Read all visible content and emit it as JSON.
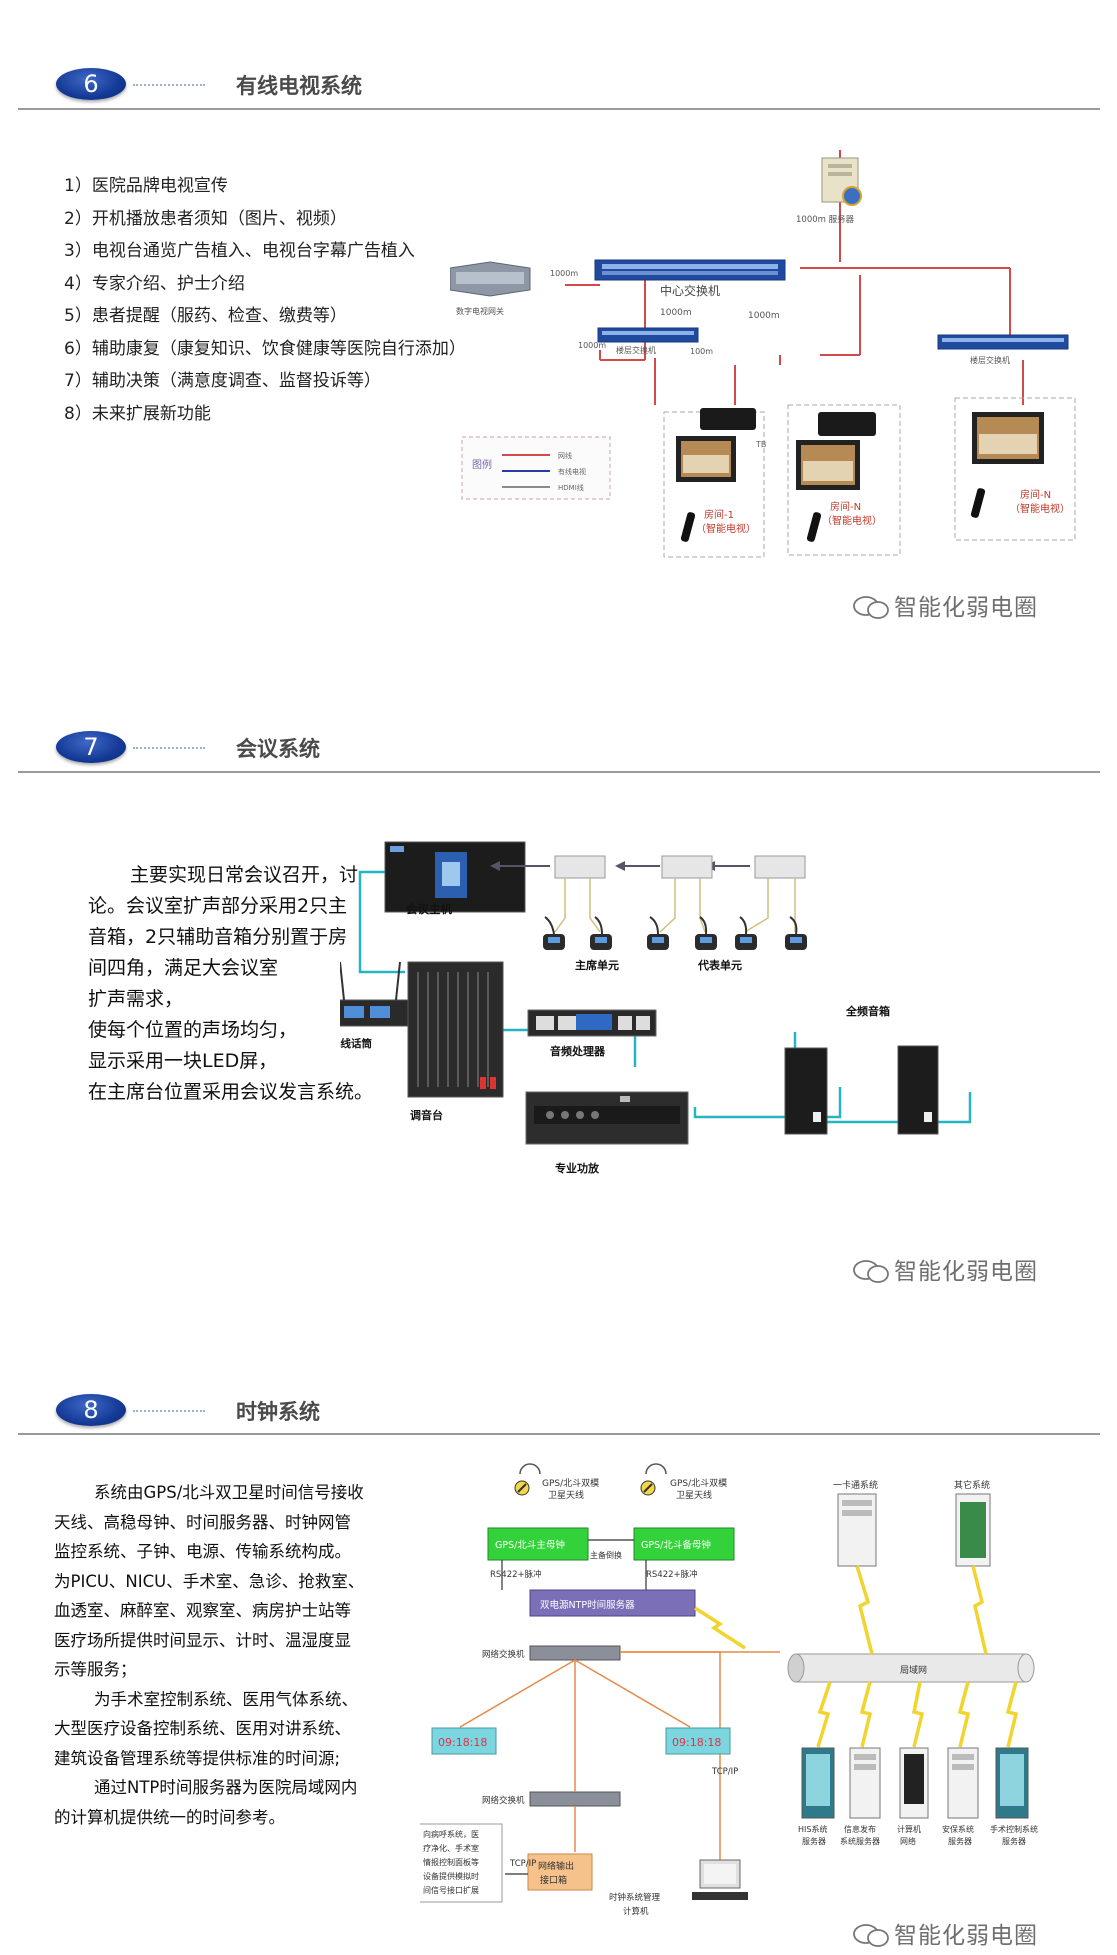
{
  "section6": {
    "number": "6",
    "title": "有线电视系统",
    "items": [
      "1）医院品牌电视宣传",
      "2）开机播放患者须知（图片、视频）",
      "3）电视台通览广告植入、电视台字幕广告植入",
      "4）专家介绍、护士介绍",
      "5）患者提醒（服药、检查、缴费等）",
      "6）辅助康复（康复知识、饮食健康等医院自行添加）",
      "7）辅助决策（满意度调查、监督投诉等）",
      "8）未来扩展新功能"
    ],
    "diagram": {
      "server_label": "1000m 服务器",
      "gateway_label": "数字电视网关",
      "center_switch": "中心交换机",
      "floor_switch": "楼层交换机",
      "speed_1000m": "1000m",
      "speed_100m": "100m",
      "tv_box": "TB",
      "room_1": "房间-1",
      "room_n": "房间-N",
      "smart_tv": "（智能电视）",
      "legend_title": "图例",
      "legend_items": [
        "网线",
        "有线电视",
        "HDMI线"
      ]
    },
    "watermark": "智能化弱电圈"
  },
  "section7": {
    "number": "7",
    "title": "会议系统",
    "paragraph_lines": [
      "主要实现日常会议召开，讨",
      "论。会议室扩声部分采用2只主",
      "音箱，2只辅助音箱分别置于房",
      "间四角，满足大会议室",
      "扩声需求，",
      "使每个位置的声场均匀，",
      "显示采用一块LED屏，",
      "在主席台位置采用会议发言系统。"
    ],
    "diagram": {
      "host": "会议主机",
      "chair_unit": "主席单元",
      "delegate_unit": "代表单元",
      "wireless_mic": "无线话筒",
      "mixer": "调音台",
      "audio_processor": "音频处理器",
      "fullrange_speaker": "全频音箱",
      "amplifier": "专业功放"
    },
    "watermark": "智能化弱电圈"
  },
  "section8": {
    "number": "8",
    "title": "时钟系统",
    "paragraph_lines": [
      "系统由GPS/北斗双卫星时间信号接收",
      "天线、高稳母钟、时间服务器、时钟网管",
      "监控系统、子钟、电源、传输系统构成。",
      "为PICU、NICU、手术室、急诊、抢救室、",
      "血透室、麻醉室、观察室、病房护士站等",
      "医疗场所提供时间显示、计时、温湿度显",
      "示等服务；",
      "为手术室控制系统、医用气体系统、",
      "大型医疗设备控制系统、医用对讲系统、",
      "建筑设备管理系统等提供标准的时间源;",
      "通过NTP时间服务器为医院局域网内",
      "的计算机提供统一的时间参考。"
    ],
    "diagram": {
      "antenna_label_1": "GPS/北斗双模",
      "antenna_label_2": "卫星天线",
      "master_clock_main": "GPS/北斗主母钟",
      "master_clock_backup": "GPS/北斗备母钟",
      "backup_switch": "主备倒换",
      "rs422": "RS422+脉冲",
      "ntp_server": "双电源NTP时间服务器",
      "network_switch": "网络交换机",
      "clock_time": "09:18:18",
      "lan": "局域网",
      "tcpip": "TCP/IP",
      "card_system": "一卡通系统",
      "other_system": "其它系统",
      "output_box_1": "网络输出",
      "output_box_2": "接口箱",
      "nurse_call": [
        "向病呼系统，医",
        "疗净化、手术室",
        "情报控制面板等",
        "设备提供模拟时",
        "间信号接口扩展"
      ],
      "mgmt_pc_1": "时钟系统管理",
      "mgmt_pc_2": "计算机",
      "servers": [
        [
          "HIS系统",
          "服务器"
        ],
        [
          "信息发布",
          "系统服务器"
        ],
        [
          "计算机",
          "网络"
        ],
        [
          "安保系统",
          "服务器"
        ],
        [
          "手术控制系统",
          "服务器"
        ]
      ]
    },
    "watermark": "智能化弱电圈"
  }
}
